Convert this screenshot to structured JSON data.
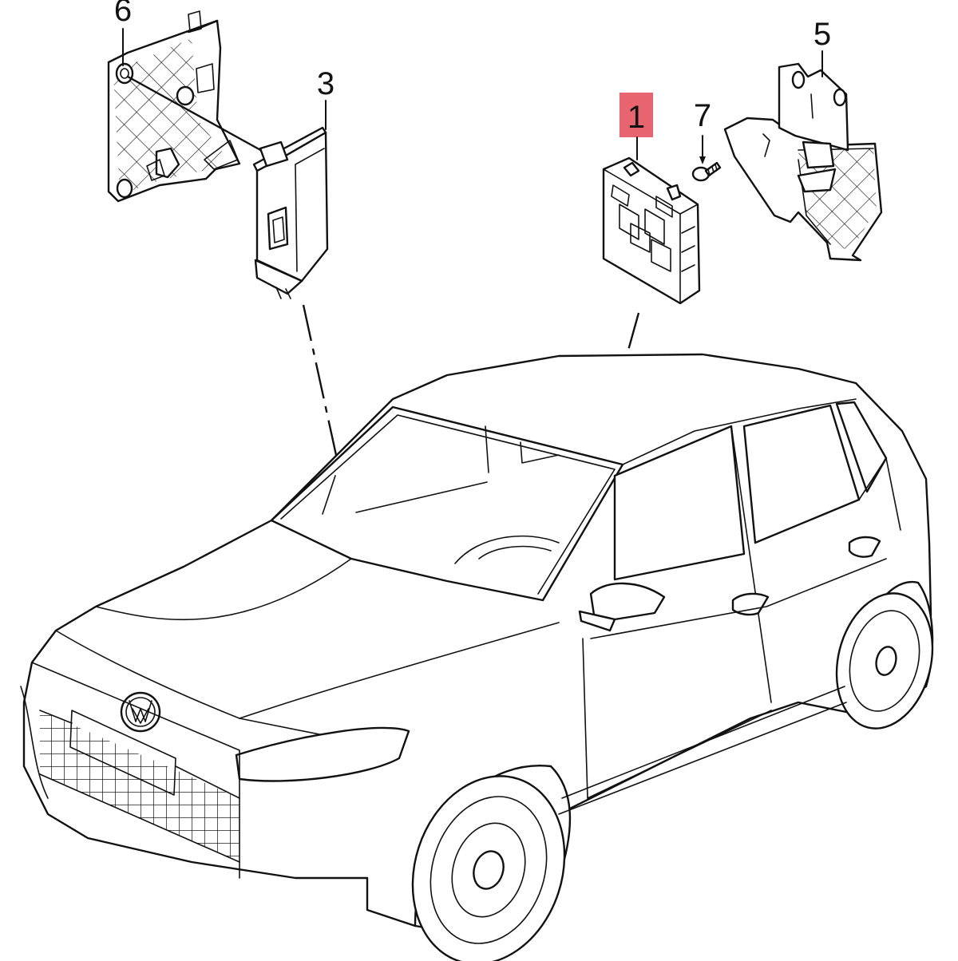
{
  "callouts": {
    "c1": "1",
    "c3": "3",
    "c5": "5",
    "c6": "6",
    "c7": "7"
  },
  "colors": {
    "highlight": "#e8656f",
    "line": "#111111",
    "background": "#ffffff"
  },
  "highlighted_callout": "1"
}
